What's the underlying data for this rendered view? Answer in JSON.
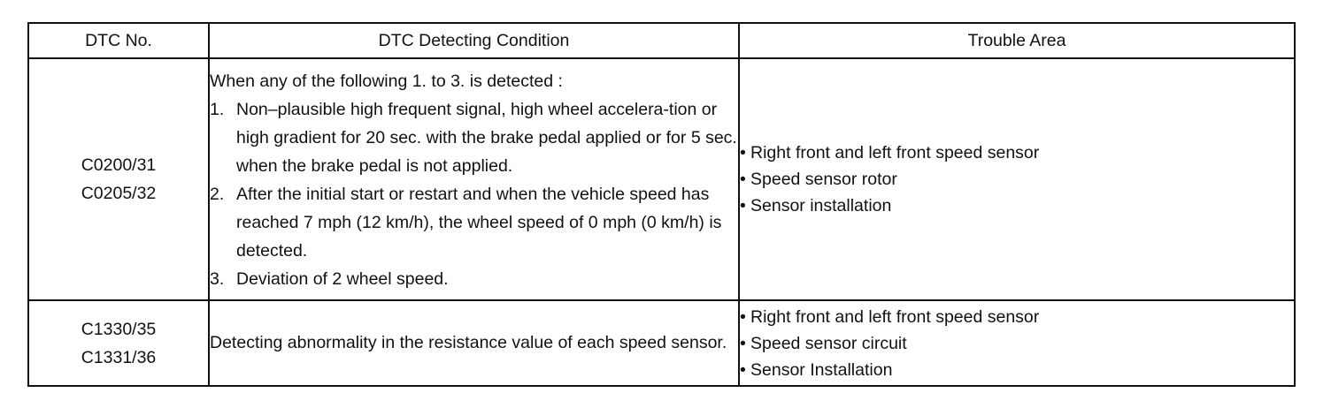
{
  "table": {
    "headers": {
      "dtc_no": "DTC No.",
      "condition": "DTC Detecting Condition",
      "trouble_area": "Trouble Area"
    },
    "rows": [
      {
        "codes": [
          "C0200/31",
          "C0205/32"
        ],
        "condition_intro": "When any of the following 1. to 3. is detected :",
        "condition_items": [
          {
            "num": "1.",
            "text": "Non–plausible high frequent signal, high wheel accelera-tion or high gradient for 20 sec. with the brake pedal applied or for 5 sec. when the brake pedal is not applied."
          },
          {
            "num": "2.",
            "text": "After the initial start or restart and when the vehicle speed has reached 7 mph (12 km/h), the wheel speed of 0 mph (0 km/h) is detected."
          },
          {
            "num": "3.",
            "text": "Deviation of 2 wheel speed."
          }
        ],
        "trouble_areas": [
          "Right front and left front speed sensor",
          "Speed sensor rotor",
          "Sensor installation"
        ]
      },
      {
        "codes": [
          "C1330/35",
          "C1331/36"
        ],
        "condition_text": "Detecting abnormality in the resistance value of each speed sensor.",
        "trouble_areas": [
          "Right front and left front speed sensor",
          "Speed sensor circuit",
          "Sensor Installation"
        ]
      }
    ]
  }
}
